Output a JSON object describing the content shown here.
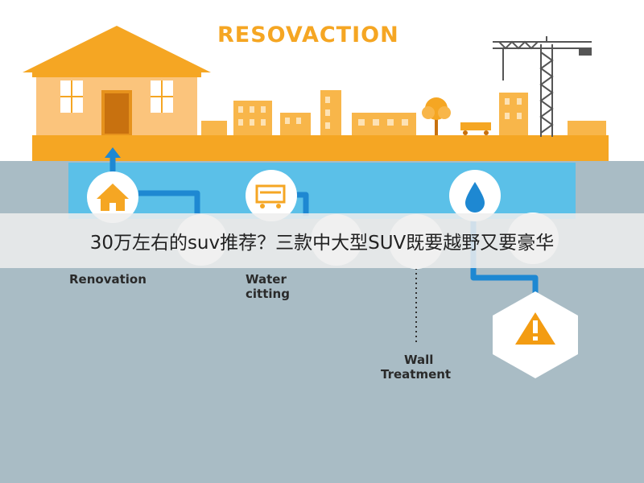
{
  "header": {
    "title": "RESOVACTION"
  },
  "steps": {
    "renovation": {
      "label": "Renovation"
    },
    "water": {
      "line1": "Water",
      "line2": "citting"
    },
    "wall": {
      "line1": "Wall",
      "line2": "Treatment"
    }
  },
  "icons": {
    "house": "house-icon",
    "water": "water-cutting-icon",
    "drop": "water-drop-icon",
    "warning": "warning-icon",
    "crane": "crane-icon"
  },
  "banner": {
    "text": "30万左右的suv推荐？三款中大型SUV既要越野又要豪华"
  },
  "colors": {
    "accent": "#f5a623",
    "ground": "#a9bcc5",
    "panel": "#5bc0e8",
    "pipe": "#1e88d2",
    "warning": "#f39c12"
  }
}
